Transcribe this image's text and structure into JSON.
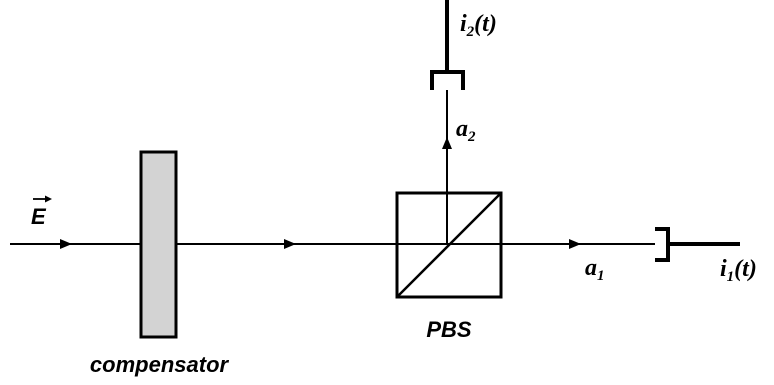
{
  "diagram": {
    "input_field": {
      "symbol": "E",
      "vector_arrow": "⃗"
    },
    "compensator": {
      "label": "compensator",
      "fill_color": "#d3d3d3"
    },
    "splitter": {
      "label": "PBS"
    },
    "transmitted_mode": {
      "base": "a",
      "sub": "1"
    },
    "reflected_mode": {
      "base": "a",
      "sub": "2"
    },
    "detector_1": {
      "base": "i",
      "sub": "1",
      "arg": "(t)"
    },
    "detector_2": {
      "base": "i",
      "sub": "2",
      "arg": "(t)"
    },
    "colors": {
      "stroke": "#000000",
      "background": "#ffffff"
    }
  }
}
